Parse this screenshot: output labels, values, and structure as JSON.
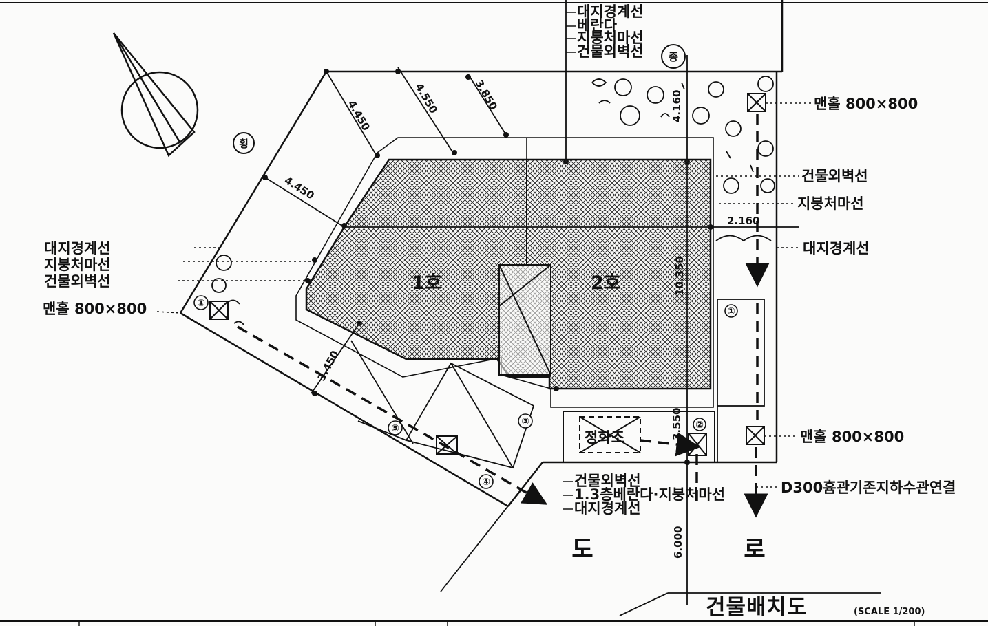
{
  "drawing": {
    "title": "건물배치도",
    "scale": "(SCALE 1/200)"
  },
  "units": {
    "unit_1": "1호",
    "unit_2": "2호",
    "septic_tank": "정화조"
  },
  "road": {
    "left_char": "도",
    "right_char": "로"
  },
  "north_marks": {
    "top": "종",
    "left": "횡"
  },
  "labels": {
    "top_stack": [
      "대지경계선",
      "베란다",
      "지붕처마선",
      "건물외벽선"
    ],
    "left_stack": [
      "대지경계선",
      "지붕처마선",
      "건물외벽선"
    ],
    "left_manhole": "맨홀 800×800",
    "right_manhole_top": "맨홀 800×800",
    "right_wall": "건물외벽선",
    "right_eave": "지붕처마선",
    "right_boundary": "대지경계선",
    "right_manhole_bottom": "맨홀 800×800",
    "right_pipe": "D300흄관기존지하수관연결",
    "bottom_stack": [
      "건물외벽선",
      "1.3층베란다·지붕처마선",
      "대지경계선"
    ]
  },
  "dimensions": {
    "d_top_1": "4.450",
    "d_top_2": "4.550",
    "d_top_3": "3.850",
    "d_left": "4.450",
    "d_right_top": "4.160",
    "d_right_mid": "2.160",
    "d_right_long": "10.350",
    "d_bottom_left": "3.450",
    "d_septic": "3.550",
    "d_road": "6.000"
  },
  "markers": {
    "m1": "①",
    "m2": "②",
    "m3": "③",
    "m4": "④",
    "m5": "⑤",
    "m_left": "①"
  }
}
